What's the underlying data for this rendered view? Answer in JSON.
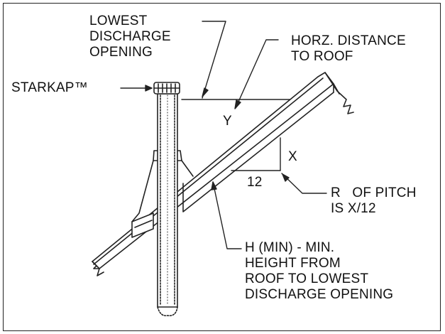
{
  "labels": {
    "lowest_discharge": [
      "LOWEST",
      "DISCHARGE",
      "OPENING"
    ],
    "horz_distance": [
      "HORZ. DISTANCE",
      "TO ROOF"
    ],
    "starkap": "STARKAP™",
    "y": "Y",
    "x": "X",
    "run": "12",
    "pitch": [
      "R   OF PITCH",
      "IS X/12"
    ],
    "h_min": [
      "H (MIN) - MIN.",
      "HEIGHT FROM",
      "ROOF TO LOWEST",
      "DISCHARGE OPENING"
    ]
  }
}
